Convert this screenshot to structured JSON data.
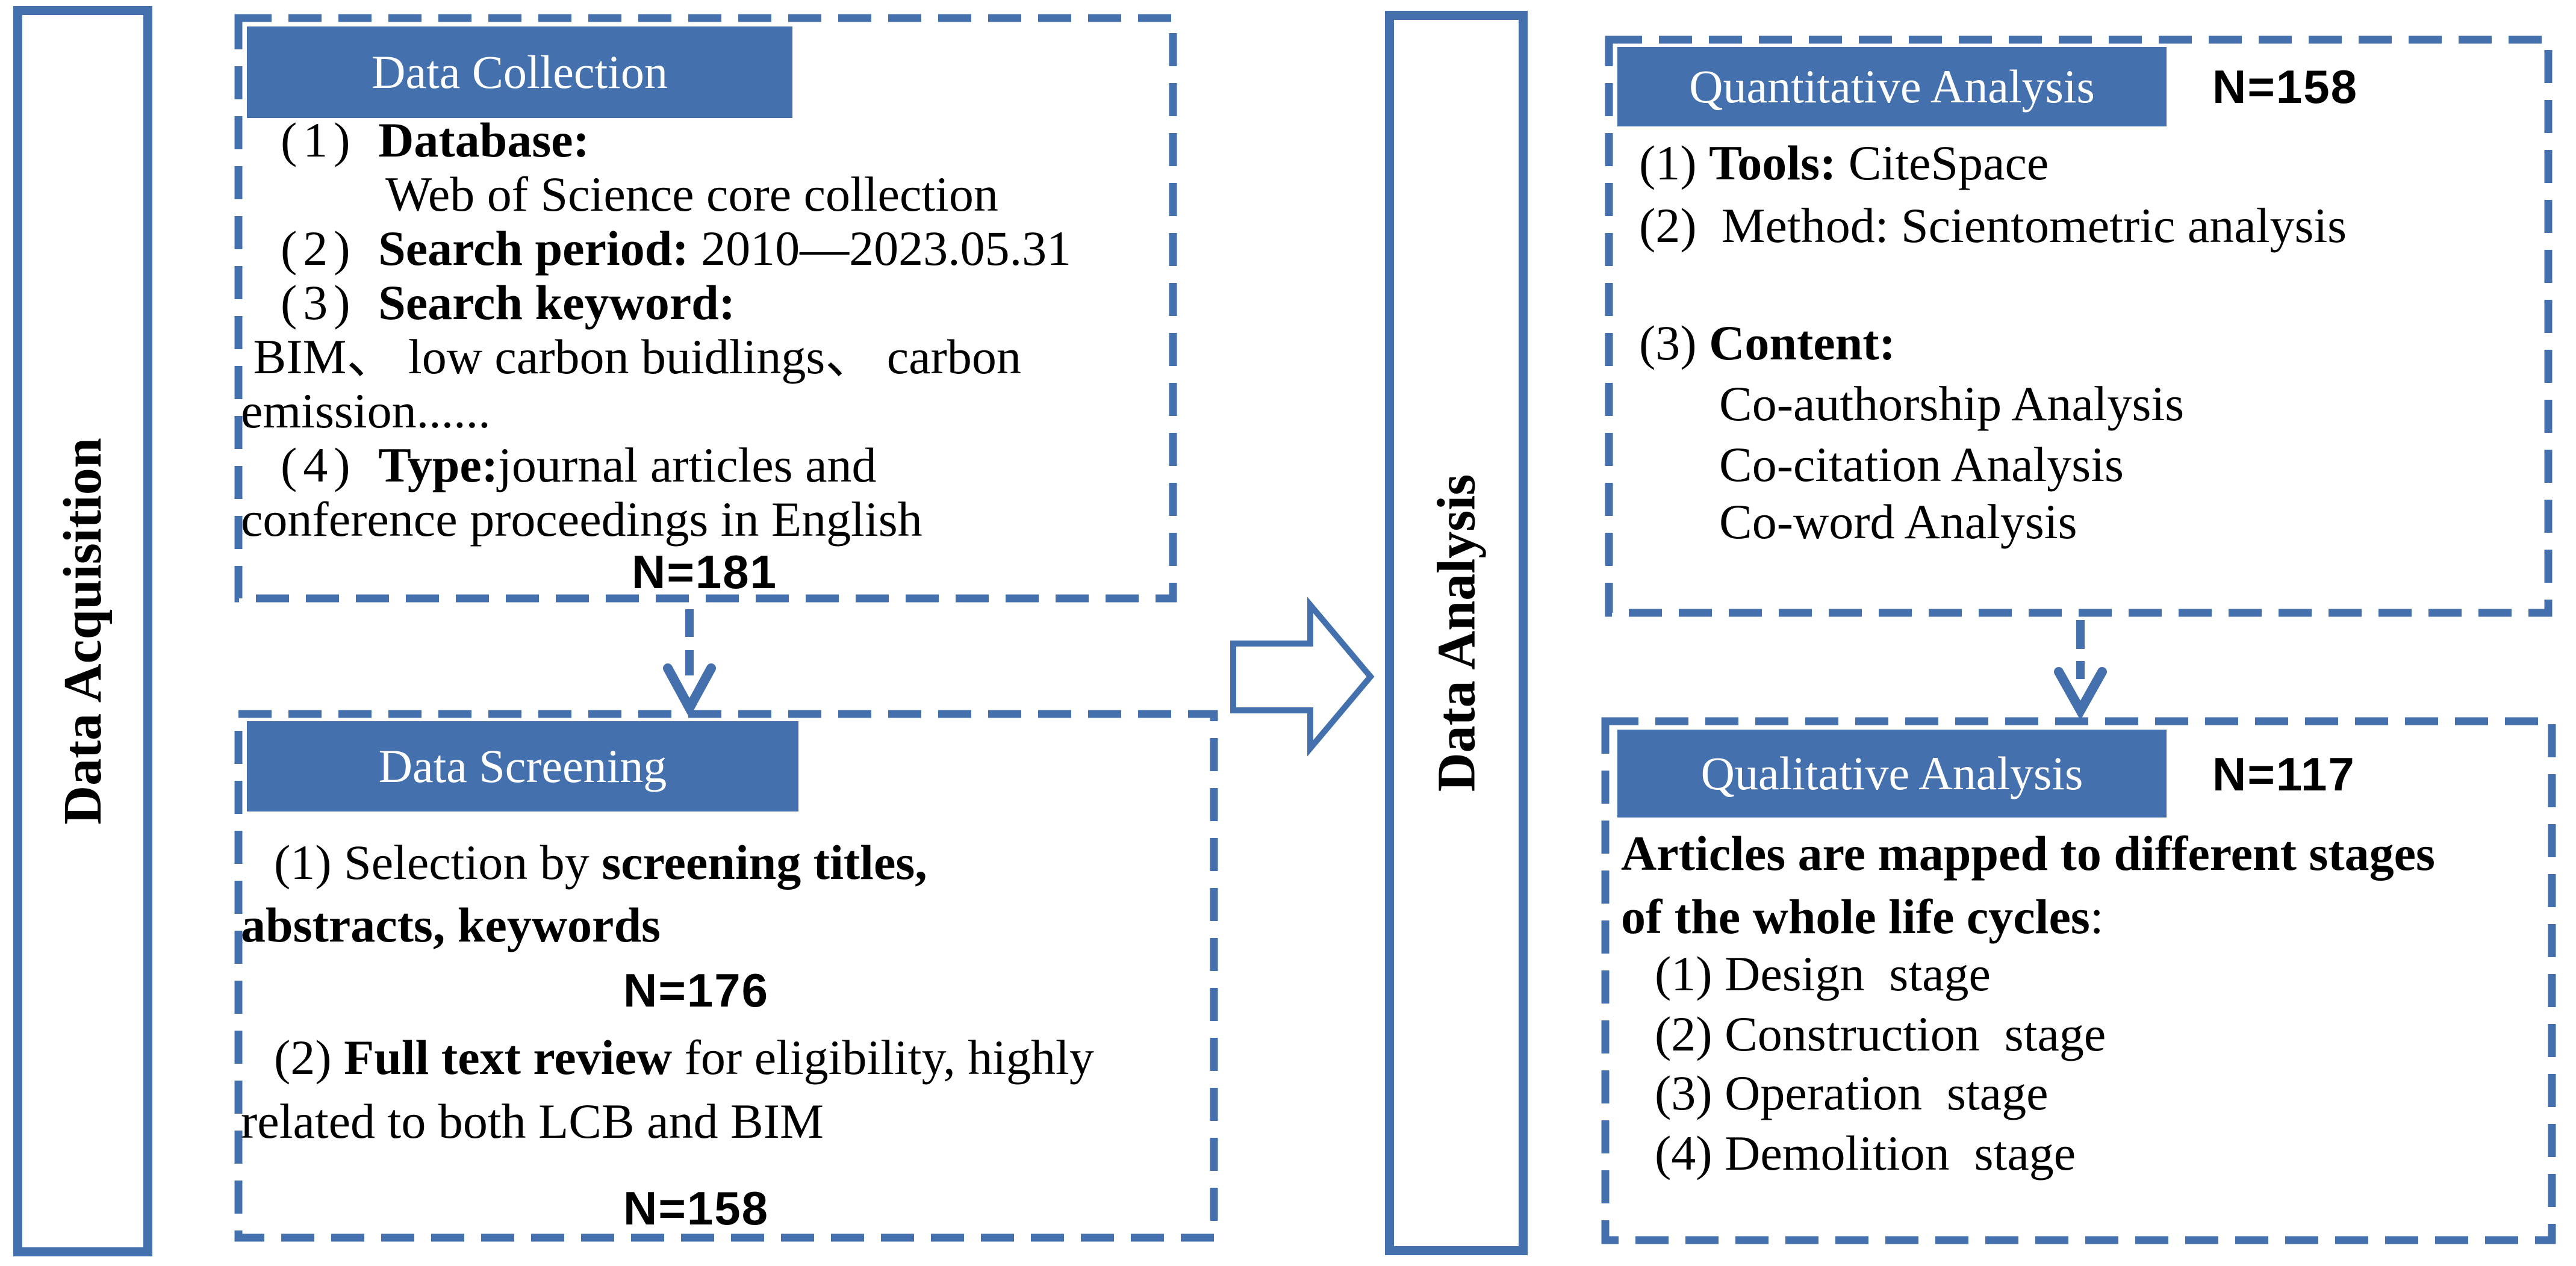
{
  "colors": {
    "accent": "#4470ad",
    "text": "#000000",
    "header_text": "#ffffff"
  },
  "rails": {
    "acquisition_label": "Data Acquisition",
    "analysis_label": "Data Analysis"
  },
  "collection": {
    "header": "Data Collection",
    "l1_num": "(1) ",
    "l1_bold": "Database:",
    "l2": "Web of Science core collection",
    "l3_num": "(2) ",
    "l3_bold": "Search period:",
    "l3_rest": " 2010—2023.05.31",
    "l4_num": "(3) ",
    "l4_bold": "Search keyword:",
    "l5": " BIM、 low carbon buidlings、 carbon",
    "l6": "emission......",
    "l7_num": "(4) ",
    "l7_bold": "Type:",
    "l7_rest": "journal articles and",
    "l8": "conference proceedings in English",
    "count": "N=181"
  },
  "screening": {
    "header": "Data Screening",
    "l1_pre": "(1) Selection by ",
    "l1_bold": "screening titles,",
    "l2_bold": "abstracts, keywords",
    "count1": "N=176",
    "l3_num": "(2) ",
    "l3_bold": "Full text review",
    "l3_rest": " for eligibility, highly",
    "l4": "related to both LCB and BIM",
    "count2": "N=158"
  },
  "quantitative": {
    "header": "Quantitative Analysis",
    "count": "N=158",
    "l1_num": "(1) ",
    "l1_bold": "Tools:",
    "l1_rest": " CiteSpace",
    "l2": "(2)  Method: Scientometric analysis",
    "l3_num": "(3) ",
    "l3_bold": "Content:",
    "items": [
      "Co-authorship Analysis",
      "Co-citation Analysis",
      "Co-word Analysis"
    ]
  },
  "qualitative": {
    "header": "Qualitative Analysis",
    "count": "N=117",
    "intro1": "Articles are mapped to different stages",
    "intro2_bold": "of the whole life cycles",
    "intro2_colon": ":",
    "stages": [
      "(1) Design  stage",
      "(2) Construction  stage",
      "(3) Operation  stage",
      "(4) Demolition  stage"
    ]
  }
}
